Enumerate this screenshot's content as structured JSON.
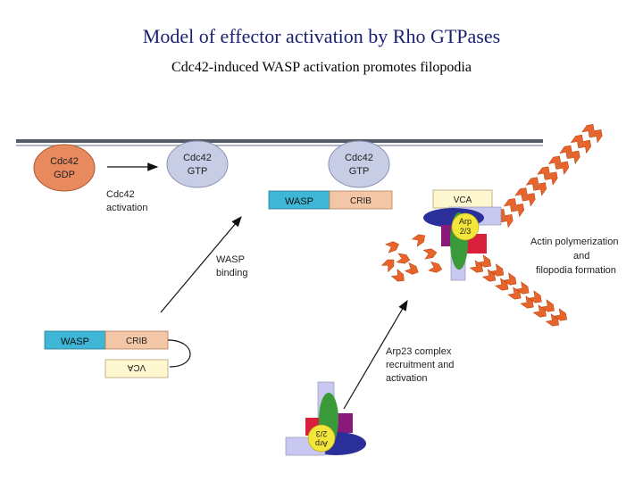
{
  "title": "Model of effector activation by Rho GTPases",
  "subtitle": "Cdc42-induced WASP activation promotes filopodia",
  "colors": {
    "title": "#1a1f6e",
    "cdc42_fill": "#c8cde6",
    "cdc42_gdp_fill": "#e8895e",
    "wasp_fill": "#3fb6d6",
    "crib_fill": "#f3c6a6",
    "vca_fill": "#fff7d0",
    "actin": "#e8642a",
    "arp_yellow": "#f3e63a",
    "arp_green": "#3a9a3a",
    "arp_blue": "#2a2f9a",
    "arp_red": "#d8203a",
    "arp_magenta": "#8a1a7a",
    "arp_lavender": "#c8c8f0",
    "membrane": "#555a66"
  },
  "nodes": {
    "cdc42_gdp": [
      "Cdc42",
      "GDP"
    ],
    "cdc42_gtp_1": [
      "Cdc42",
      "GTP"
    ],
    "cdc42_gtp_2": [
      "Cdc42",
      "GTP"
    ],
    "arp_complex": [
      "Arp",
      "2/3"
    ],
    "arp_complex_inverted": [
      "Arp",
      "2/3"
    ]
  },
  "wasp": {
    "wasp": "WASP",
    "crib": "CRIB",
    "vca": "VCA"
  },
  "labels": {
    "cdc42_activation": [
      "Cdc42",
      "activation"
    ],
    "wasp_binding": [
      "WASP",
      "binding"
    ],
    "arp23_recruitment": [
      "Arp23 complex",
      "recruitment and",
      "activation"
    ],
    "actin_polymerization": [
      "Actin polymerization",
      "and",
      "filopodia formation"
    ]
  }
}
